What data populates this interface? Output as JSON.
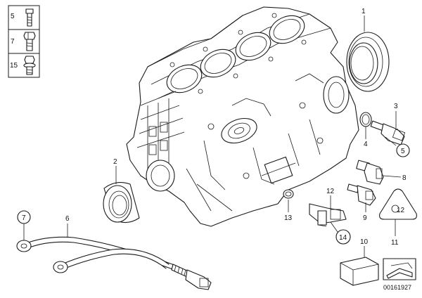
{
  "legend": [
    {
      "number": "5",
      "icon": "short-bolt-icon"
    },
    {
      "number": "7",
      "icon": "hex-bolt-icon"
    },
    {
      "number": "15",
      "icon": "flange-bolt-icon"
    }
  ],
  "callouts": {
    "c1": "1",
    "c2": "2",
    "c3": "3",
    "c4": "4",
    "c5": "5",
    "c6": "6",
    "c7": "7",
    "c8": "8",
    "c9": "9",
    "c10": "10",
    "c11": "11",
    "c12": "12",
    "c13": "13",
    "c14": "14"
  },
  "warning_label": "12",
  "document_number": "00161927",
  "colors": {
    "line": "#1a1a1a",
    "background": "#ffffff"
  }
}
